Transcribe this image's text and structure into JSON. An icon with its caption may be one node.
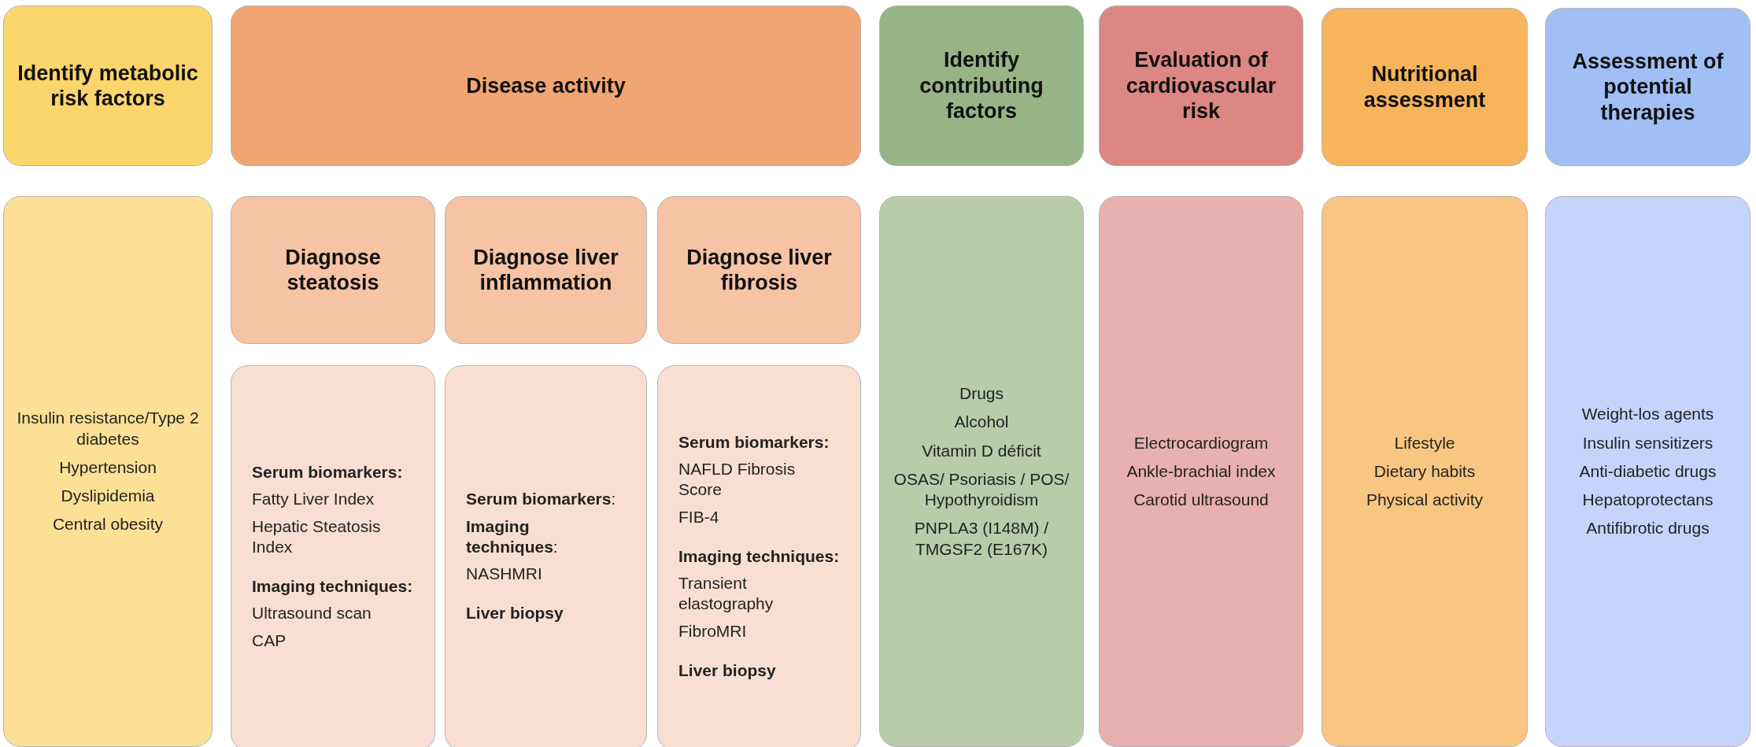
{
  "diagram": {
    "nodes": [
      {
        "text": [
          "Identify metabolic risk factors"
        ]
      },
      {
        "text": [
          "Disease activity"
        ]
      },
      {
        "text": [
          "Identify contributing factors"
        ]
      },
      {
        "text": [
          "Evaluation of cardiovascular risk"
        ]
      },
      {
        "text": [
          "Nutritional assessment"
        ]
      },
      {
        "text": [
          "Assessment of potential therapies"
        ]
      },
      {
        "text": [
          "Insulin resistance/Type 2 diabetes",
          "Hypertension",
          "Dyslipidemia",
          "Central obesity"
        ]
      },
      {
        "text": [
          "Diagnose steatosis"
        ]
      },
      {
        "text": [
          "Diagnose liver inflammation"
        ]
      },
      {
        "text": [
          "Diagnose liver fibrosis"
        ]
      },
      {
        "text": [
          "**Serum biomarkers:**",
          "Fatty Liver Index",
          "Hepatic Steatosis Index",
          "**Imaging techniques:**",
          "Ultrasound scan",
          "CAP"
        ]
      },
      {
        "text": [
          "**Serum biomarkers**:",
          "**Imaging techniques**:",
          "NASHMRI",
          "**Liver biopsy**"
        ]
      },
      {
        "text": [
          "**Serum biomarkers:**",
          "NAFLD Fibrosis Score",
          "FIB-4",
          "**Imaging techniques:**",
          "Transient elastography",
          "FibroMRI",
          "**Liver biopsy**"
        ]
      },
      {
        "text": [
          "Drugs",
          "Alcohol",
          "Vitamin D déficit",
          "OSAS/ Psoriasis / POS/ Hypothyroidism",
          "PNPLA3 (I148M) / TMGSF2 (E167K)"
        ]
      },
      {
        "text": [
          "Electrocardiogram",
          "Ankle-brachial index",
          "Carotid ultrasound"
        ]
      },
      {
        "text": [
          "Lifestyle",
          "Dietary habits",
          "Physical activity"
        ]
      },
      {
        "text": [
          "Weight-los agents",
          "Insulin sensitizers",
          "Anti-diabetic drugs",
          "Hepatoprotectans",
          "Antifibrotic drugs"
        ]
      }
    ],
    "edges": []
  }
}
